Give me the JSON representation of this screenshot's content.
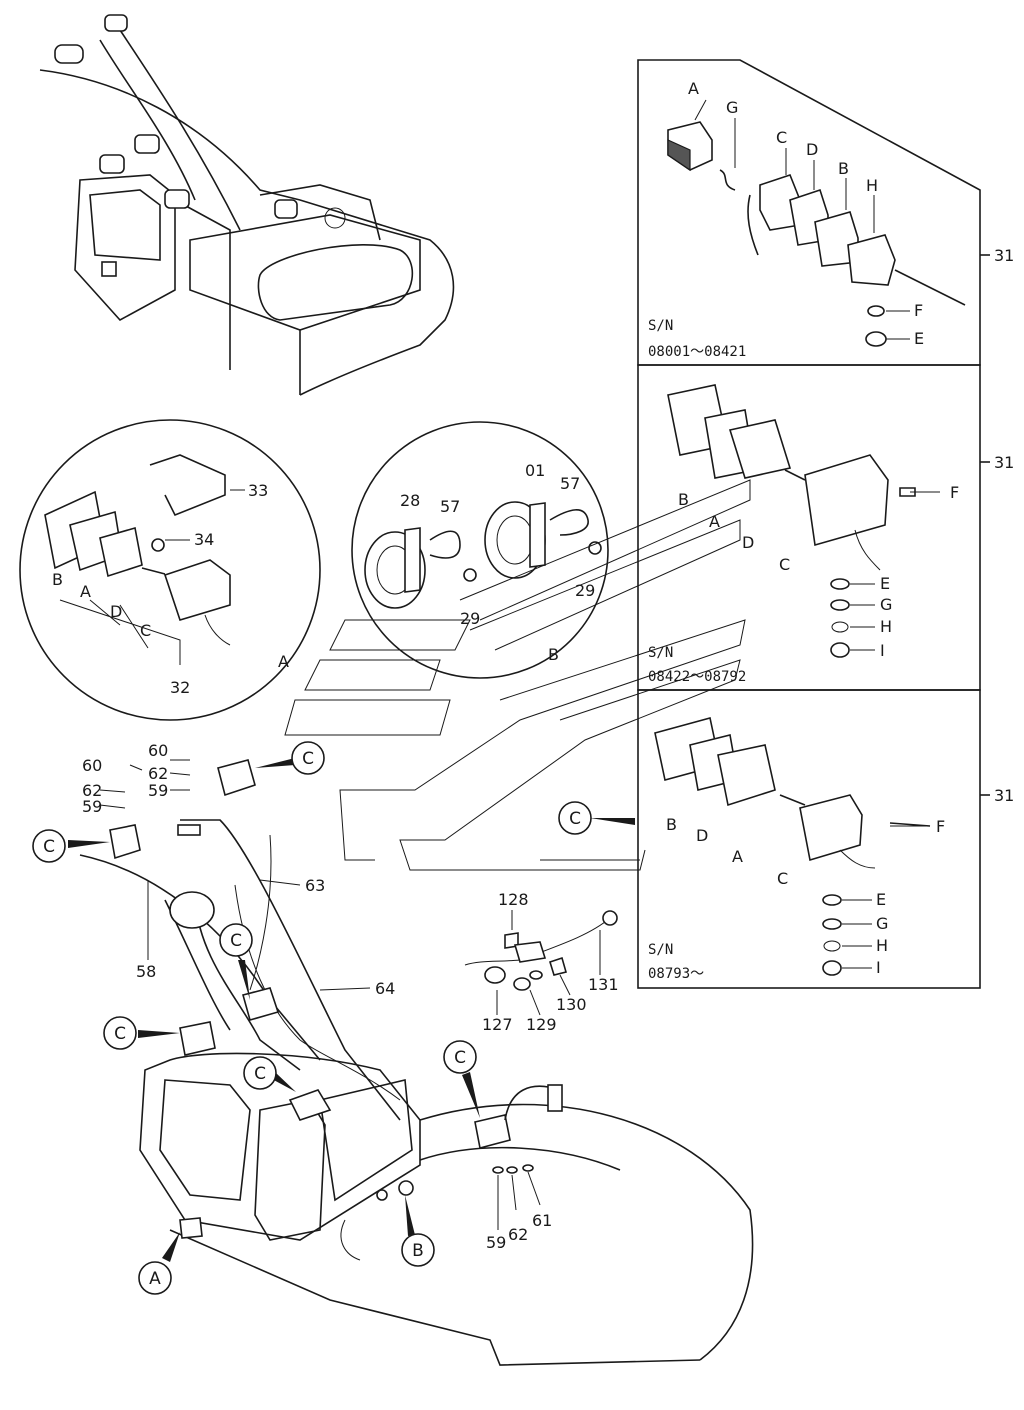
{
  "panels": [
    {
      "serial_label": "S/N",
      "serial_range": "08001～08421",
      "ref": "31",
      "letters": [
        "A",
        "G",
        "C",
        "D",
        "B",
        "H",
        "F",
        "E"
      ]
    },
    {
      "serial_label": "S/N",
      "serial_range": "08422～08792",
      "ref": "31",
      "letters": [
        "B",
        "A",
        "D",
        "C",
        "F",
        "E",
        "G",
        "H",
        "I"
      ]
    },
    {
      "serial_label": "S/N",
      "serial_range": "08793～",
      "ref": "31",
      "letters": [
        "B",
        "D",
        "A",
        "C",
        "F",
        "E",
        "G",
        "H",
        "I"
      ]
    }
  ],
  "detail_a": {
    "callout": "A",
    "parts": [
      "33",
      "34",
      "B",
      "A",
      "D",
      "C",
      "32"
    ]
  },
  "detail_b": {
    "callout": "B",
    "parts": [
      "28",
      "57",
      "01",
      "57",
      "29",
      "29"
    ]
  },
  "main_parts": [
    "60",
    "60",
    "62",
    "62",
    "59",
    "59",
    "63",
    "58",
    "64",
    "128",
    "131",
    "127",
    "129",
    "130",
    "59",
    "62",
    "61"
  ],
  "callouts": [
    "C",
    "C",
    "C",
    "C",
    "C",
    "C",
    "C",
    "A",
    "B"
  ]
}
